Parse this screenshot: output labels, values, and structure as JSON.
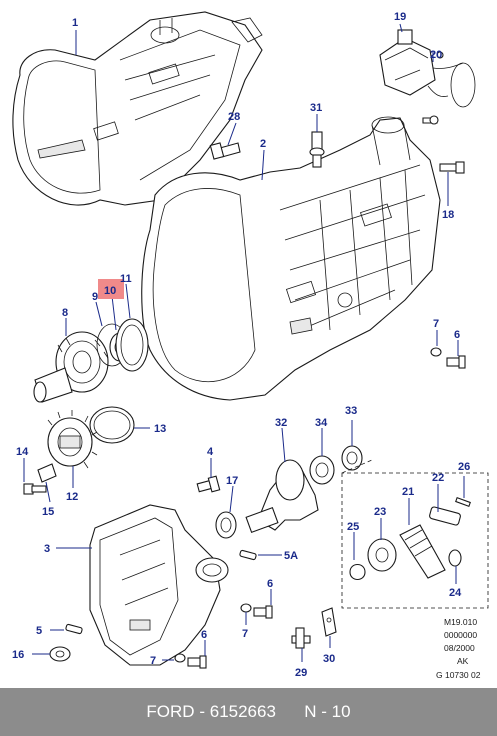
{
  "callouts": {
    "c1": "1",
    "c2": "2",
    "c3": "3",
    "c4": "4",
    "c5": "5",
    "c5a": "5A",
    "c6a": "6",
    "c6b": "6",
    "c6c": "6",
    "c7a": "7",
    "c7b": "7",
    "c7c": "7",
    "c8": "8",
    "c9": "9",
    "c10": "10",
    "c11": "11",
    "c12": "12",
    "c13": "13",
    "c14": "14",
    "c15": "15",
    "c16": "16",
    "c17": "17",
    "c18": "18",
    "c19": "19",
    "c20": "20",
    "c21": "21",
    "c22": "22",
    "c23": "23",
    "c24": "24",
    "c25": "25",
    "c26": "26",
    "c28": "28",
    "c29": "29",
    "c30": "30",
    "c31": "31",
    "c32": "32",
    "c33": "33",
    "c34": "34"
  },
  "highlight_color": "#f08a8a",
  "callout_color": "#1a2a8a",
  "reference_block": [
    "M19.010",
    "0000000",
    "08/2000",
    "AK",
    "G 10730 02"
  ],
  "footer": {
    "brand": "FORD",
    "separator": "-",
    "part_number": "6152663",
    "position": "N - 10"
  }
}
